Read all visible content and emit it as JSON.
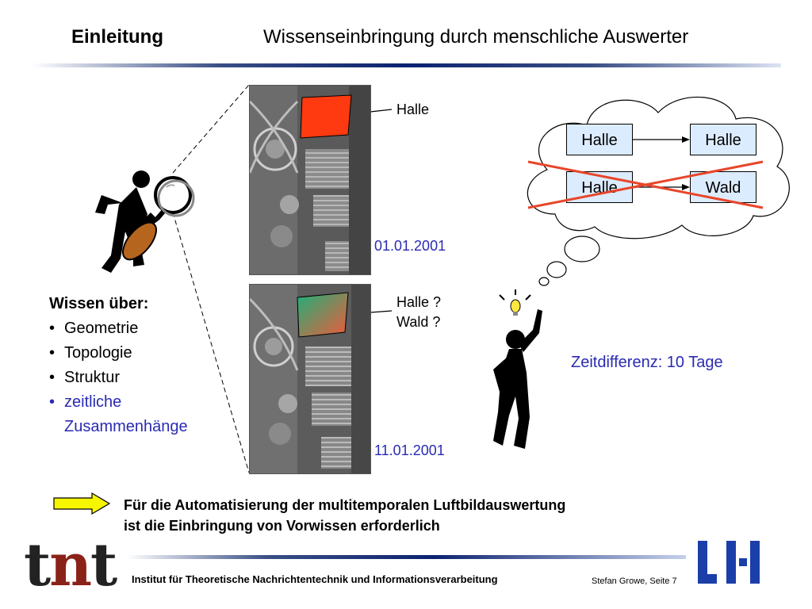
{
  "header": {
    "section_title": "Einleitung",
    "slide_title": "Wissenseinbringung durch menschliche Auswerter"
  },
  "images": {
    "top": {
      "label": "Halle",
      "date": "01.01.2001"
    },
    "bottom": {
      "label_line1": "Halle ?",
      "label_line2": "Wald ?",
      "date": "11.01.2001"
    }
  },
  "thought_cloud": {
    "row1": {
      "from": "Halle",
      "to": "Halle"
    },
    "row2": {
      "from": "Halle",
      "to": "Wald"
    },
    "cross_color": "#e8452a"
  },
  "knowledge": {
    "heading": "Wissen über:",
    "items": [
      "Geometrie",
      "Topologie",
      "Struktur"
    ],
    "highlighted_line1": "zeitliche",
    "highlighted_line2": "Zusammenhänge"
  },
  "time_difference": "Zeitdifferenz: 10 Tage",
  "conclusion": {
    "line1": "Für die Automatisierung der multitemporalen Luftbildauswertung",
    "line2": "ist die Einbringung von Vorwissen erforderlich"
  },
  "footer": {
    "institute": "Institut für Theoretische Nachrichtentechnik und Informationsverarbeitung",
    "author_page": "Stefan Growe, Seite 7",
    "logo_left_a": "t",
    "logo_left_b": "n",
    "logo_left_c": "t"
  },
  "colors": {
    "accent_blue": "#2a2ab4",
    "hall_red": "#ff3a10",
    "box_fill": "#dcecff",
    "arrow_yellow": "#f6f600",
    "logo_blue": "#1a3fa8"
  }
}
